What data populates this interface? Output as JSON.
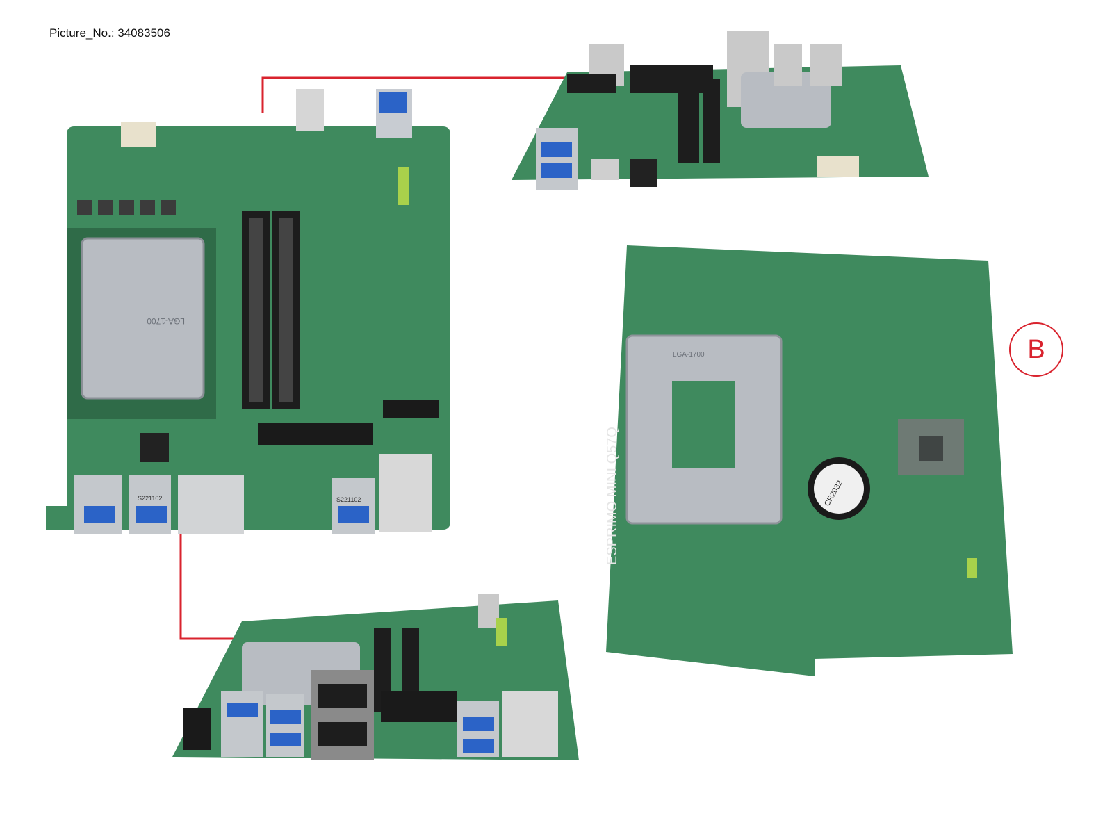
{
  "caption": "Picture_No.: 34083506",
  "marker": "B",
  "colors": {
    "pcb": "#3f8a5e",
    "pcb_dark": "#2f6b48",
    "metal": "#c9c9c9",
    "port_blue": "#2b63c7",
    "leader": "#d9232e"
  },
  "board_text": {
    "usb_label": "S221102",
    "socket_label": "LGA-1700",
    "board_name": "ESPRIMO MINI Q57Q",
    "battery_label": "CR2032"
  }
}
